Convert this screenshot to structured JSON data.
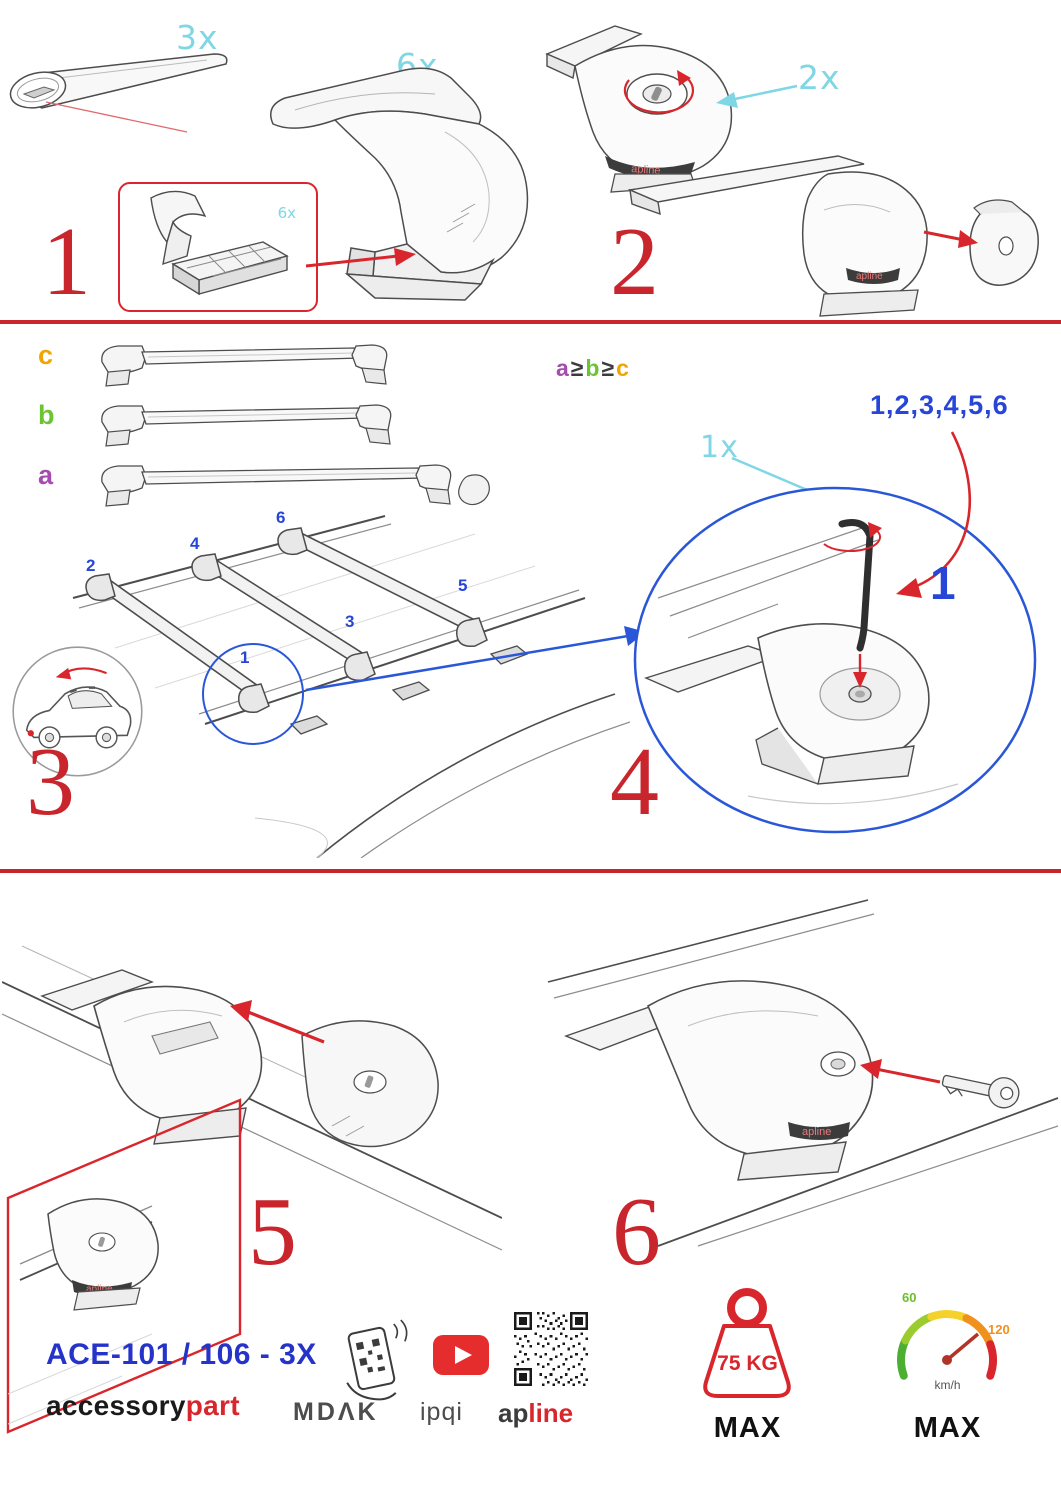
{
  "colors": {
    "accent_red": "#c8252c",
    "quantity_cyan": "#7fd6e4",
    "step_blue": "#2746d8",
    "label_a_purple": "#a64bb0",
    "label_b_green": "#6cc435",
    "label_c_orange": "#f0a500",
    "brand_dark": "#3c3c3c"
  },
  "steps": {
    "s1": {
      "number": "1",
      "bar_qty": "3x",
      "foot_qty": "6x",
      "inset_qty": "6x"
    },
    "s2": {
      "number": "2",
      "lock_qty": "2x"
    },
    "s3": {
      "number": "3",
      "label_a": "a",
      "label_b": "b",
      "label_c": "c",
      "roof_positions": [
        "1",
        "2",
        "3",
        "4",
        "5",
        "6"
      ]
    },
    "s4": {
      "number": "4",
      "tool_qty": "1x",
      "sequence": "1,2,3,4,5,6",
      "final_step": "1"
    },
    "s5": {
      "number": "5"
    },
    "s6": {
      "number": "6"
    }
  },
  "size_rule": {
    "a": "a",
    "ge1": "≥",
    "b": "b",
    "ge2": "≥",
    "c": "c"
  },
  "brand": {
    "model": "ACE-101 / 106 - 3X",
    "accessory": "accessory",
    "part": "part",
    "mdak": "MDΛK",
    "ipqi": "ipqi",
    "ap": "ap",
    "line": "line",
    "sticker": "apline"
  },
  "limits": {
    "weight_value": "75 KG",
    "weight_max": "MAX",
    "speed_low": "60",
    "speed_high": "120",
    "speed_unit": "km/h",
    "speed_max": "MAX"
  }
}
